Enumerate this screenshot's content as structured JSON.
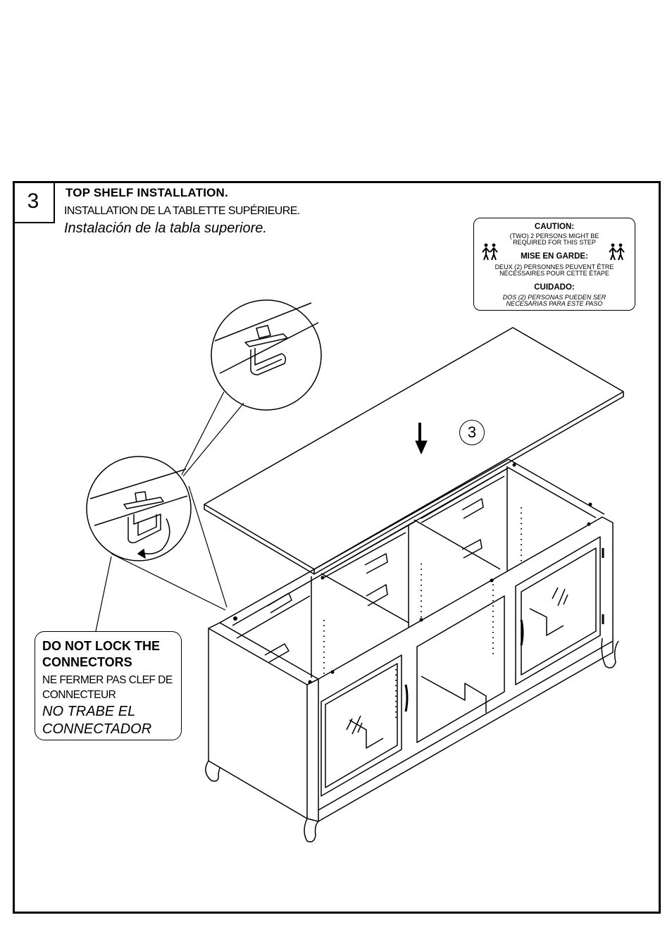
{
  "step": {
    "number": "3",
    "title_en": "TOP SHELF INSTALLATION.",
    "title_fr": "INSTALLATION DE LA TABLETTE SUPÉRIEURE.",
    "title_es": "Instalación de la tabla superiore."
  },
  "caution": {
    "heading_en": "CAUTION:",
    "text_en_1": "(TWO) 2 PERSONS MIGHT BE",
    "text_en_2": "REQUIRED FOR THIS STEP",
    "heading_fr": "MISE EN GARDE:",
    "text_fr_1": "DEUX (2) PERSONNES PEUVENT ÊTRE",
    "text_fr_2": "NÉCESSAIRES POUR CETTE ÉTAPE",
    "heading_es": "CUIDADO:",
    "text_es_1": "DOS (2) PERSONAS PUEDEN SER",
    "text_es_2": "NECESARIAS PARA ESTE PASO",
    "icon": "two-persons-icon"
  },
  "part_callout": "3",
  "warning": {
    "text_en": "DO NOT LOCK THE CONNECTORS",
    "text_fr": "NE FERMER PAS CLEF DE CONNECTEUR",
    "text_es": "NO TRABE EL CONNECTADOR"
  }
}
